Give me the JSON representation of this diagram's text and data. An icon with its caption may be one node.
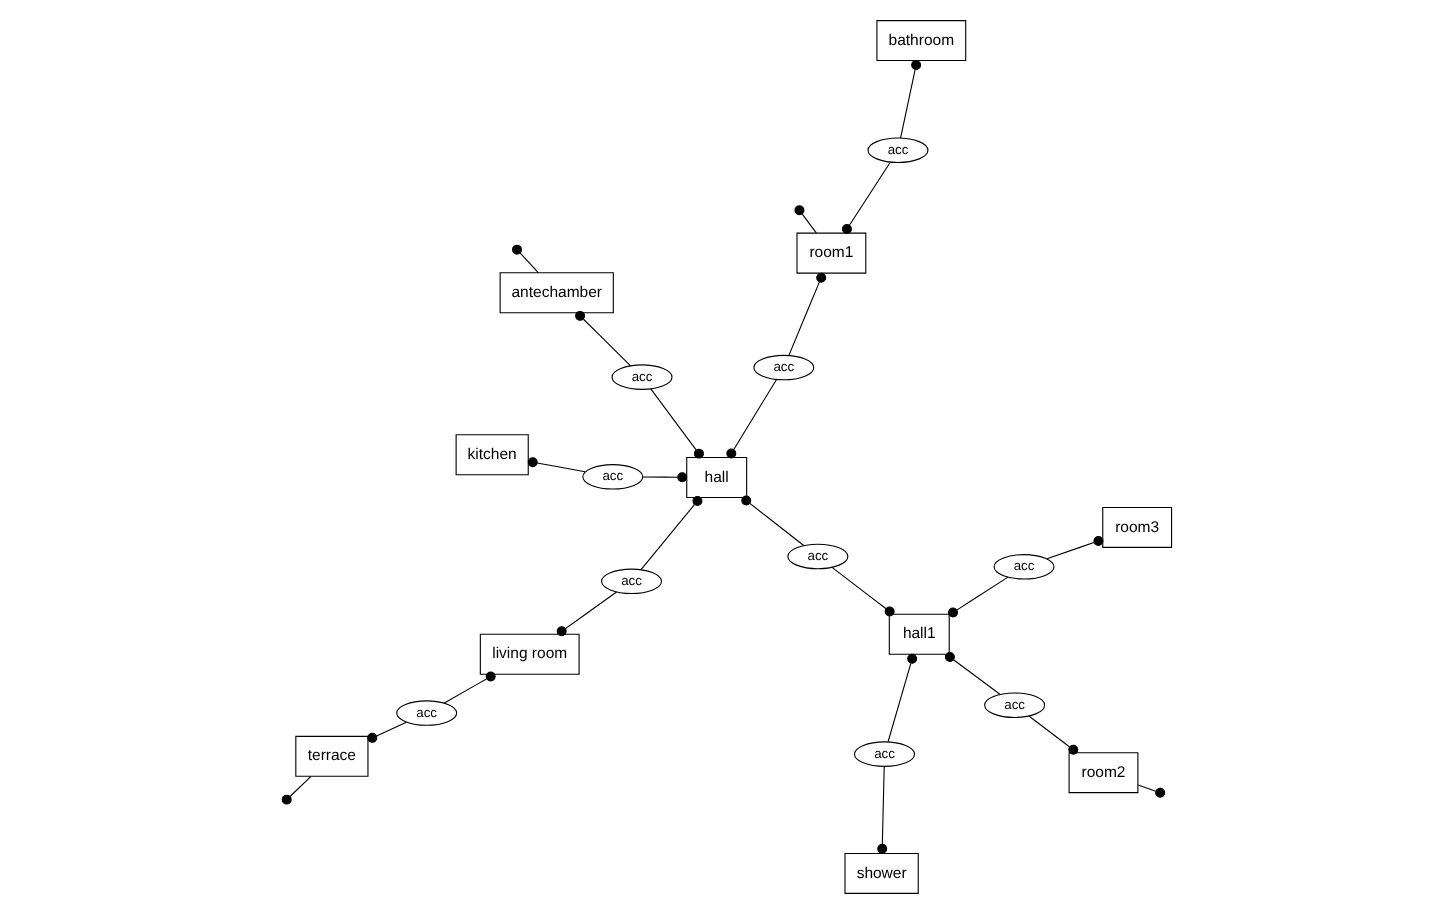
{
  "diagram": {
    "nodes": [
      {
        "text": [
          "terrace"
        ]
      },
      {
        "text": [
          "acc"
        ]
      },
      {
        "text": [
          "living room"
        ]
      },
      {
        "text": [
          "acc"
        ]
      },
      {
        "text": [
          "room2"
        ]
      },
      {
        "text": [
          "acc"
        ]
      },
      {
        "text": [
          "shower"
        ]
      },
      {
        "text": [
          "acc"
        ]
      },
      {
        "text": [
          "hall1"
        ]
      },
      {
        "text": [
          "acc"
        ]
      },
      {
        "text": [
          "hall"
        ]
      },
      {
        "text": [
          "acc"
        ]
      },
      {
        "text": [
          "room1"
        ]
      },
      {
        "text": [
          "acc"
        ]
      },
      {
        "text": [
          "room3"
        ]
      },
      {
        "text": [
          "acc"
        ]
      },
      {
        "text": [
          "acc"
        ]
      },
      {
        "text": [
          "acc"
        ]
      },
      {
        "text": [
          "antechamber"
        ]
      },
      {
        "text": [
          "kitchen"
        ]
      },
      {
        "text": [
          "bathroom"
        ]
      }
    ],
    "edges": [
      {
        "from": 0,
        "to": null,
        "arrow": "other"
      },
      {
        "from": 0,
        "to": 1,
        "arrow": "other"
      },
      {
        "from": 2,
        "to": 1,
        "arrow": "other"
      },
      {
        "from": 2,
        "to": 3,
        "arrow": "other"
      },
      {
        "from": 10,
        "to": 3,
        "arrow": "other"
      },
      {
        "from": 4,
        "to": null,
        "arrow": "other"
      },
      {
        "from": 4,
        "to": 5,
        "arrow": "other"
      },
      {
        "from": 8,
        "to": 5,
        "arrow": "other"
      },
      {
        "from": 6,
        "to": 7,
        "arrow": "other"
      },
      {
        "from": 8,
        "to": 7,
        "arrow": "other"
      },
      {
        "from": 8,
        "to": 9,
        "arrow": "other"
      },
      {
        "from": 10,
        "to": 9,
        "arrow": "other"
      },
      {
        "from": 10,
        "to": 11,
        "arrow": "other"
      },
      {
        "from": 12,
        "to": 11,
        "arrow": "other"
      },
      {
        "from": 12,
        "to": null,
        "arrow": "other"
      },
      {
        "from": 8,
        "to": 15,
        "arrow": "other"
      },
      {
        "from": 14,
        "to": 15,
        "arrow": "other"
      },
      {
        "from": 10,
        "to": 16,
        "arrow": "other"
      },
      {
        "from": 18,
        "to": 16,
        "arrow": "other"
      },
      {
        "from": 10,
        "to": 17,
        "arrow": "other"
      },
      {
        "from": 19,
        "to": 17,
        "arrow": "other"
      },
      {
        "from": 12,
        "to": 13,
        "arrow": "other"
      },
      {
        "from": 20,
        "to": 13,
        "arrow": "other"
      },
      {
        "from": 18,
        "to": null,
        "arrow": "other"
      }
    ]
  }
}
